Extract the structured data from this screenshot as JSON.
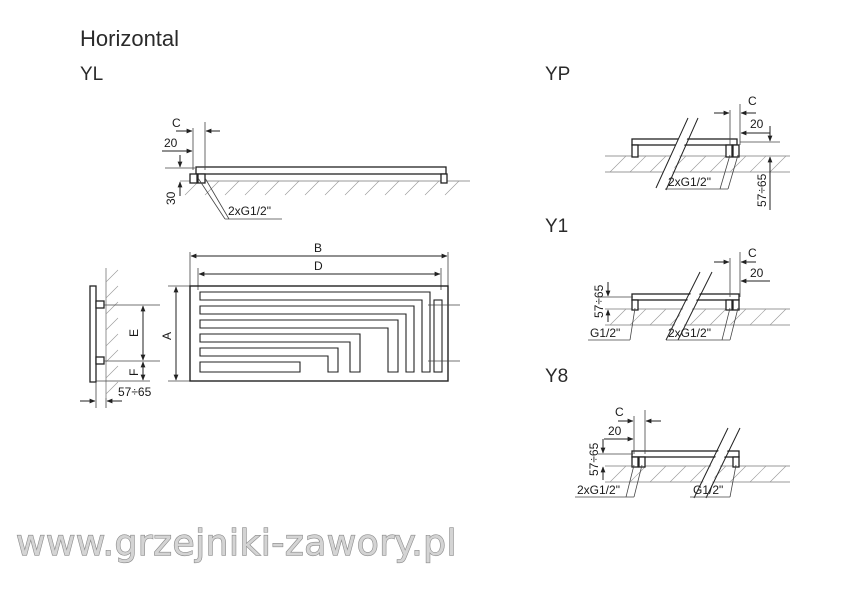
{
  "heading": "Horizontal",
  "watermark": "www.grzejniki-zawory.pl",
  "yl": {
    "title": "YL",
    "dim_c": "C",
    "dim_20": "20",
    "dim_30": "30",
    "connection": "2xG1/2\""
  },
  "front": {
    "dim_b": "B",
    "dim_d": "D",
    "dim_a": "A",
    "dim_e": "E",
    "dim_f": "F",
    "dim_depth": "57÷65"
  },
  "yp": {
    "title": "YP",
    "dim_c": "C",
    "dim_20": "20",
    "connection": "2xG1/2\"",
    "dim_height": "57÷65"
  },
  "y1": {
    "title": "Y1",
    "dim_c": "C",
    "dim_20": "20",
    "dim_height": "57÷65",
    "connection_left": "G1/2\"",
    "connection_right": "2xG1/2\""
  },
  "y8": {
    "title": "Y8",
    "dim_c": "C",
    "dim_20": "20",
    "dim_height": "57÷65",
    "connection_left": "2xG1/2\"",
    "connection_right": "G1/2\""
  }
}
